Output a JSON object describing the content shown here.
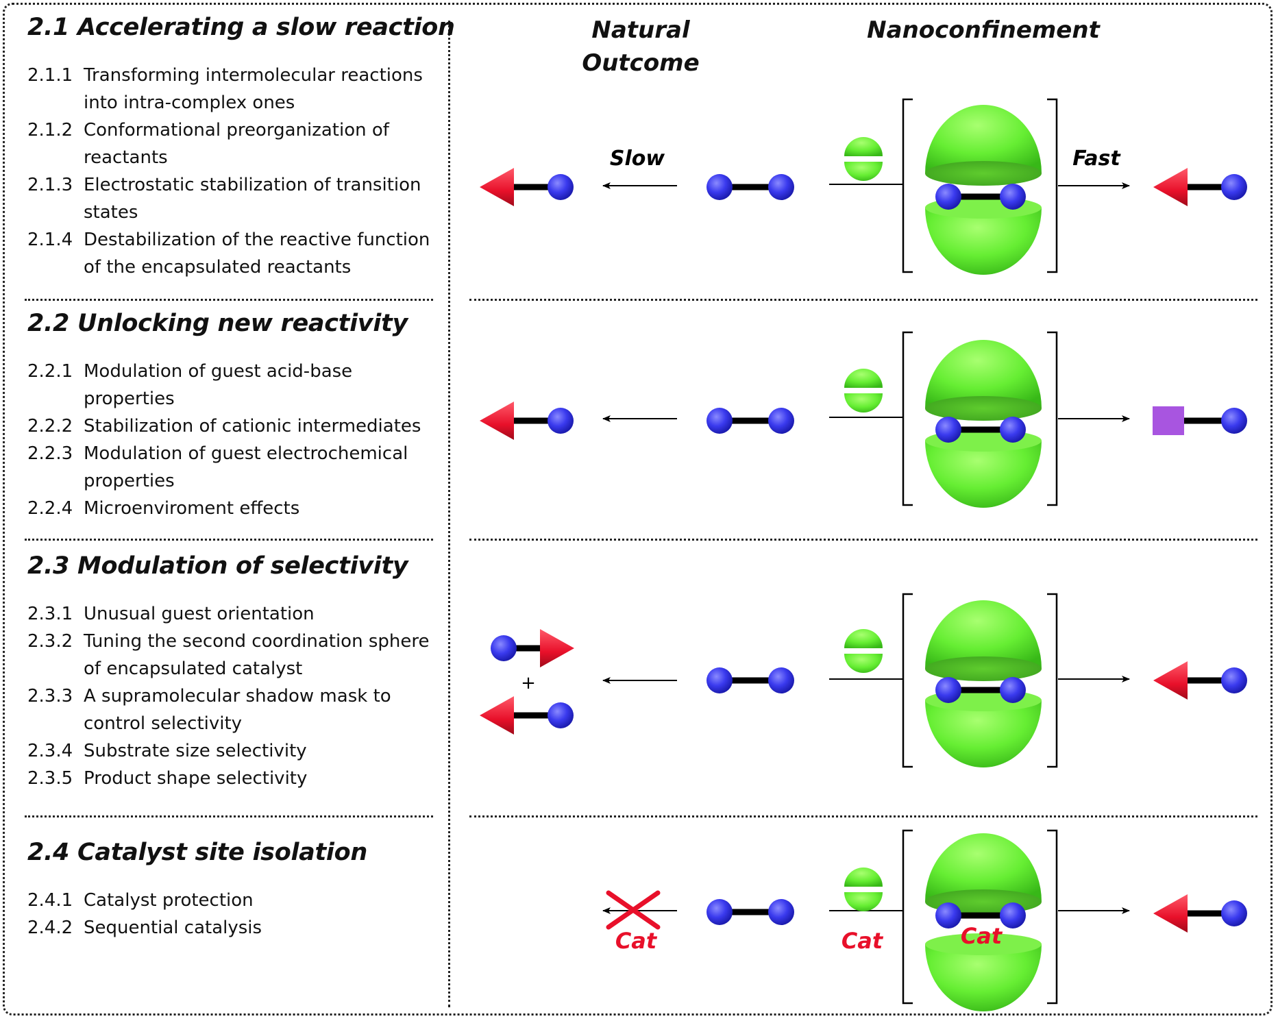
{
  "headers": {
    "natural_outcome": "Natural\nOutcome",
    "nanoconfinement": "Nanoconfinement"
  },
  "sections": [
    {
      "title": "2.1 Accelerating a slow reaction",
      "items": [
        {
          "num": "2.1.1",
          "text": "Transforming intermolecular reactions into intra-complex ones"
        },
        {
          "num": "2.1.2",
          "text": "Conformational preorganization of reactants"
        },
        {
          "num": "2.1.3",
          "text": "Electrostatic stabilization of transition states"
        },
        {
          "num": "2.1.4",
          "text": "Destabilization of the reactive function of the encapsulated reactants"
        }
      ]
    },
    {
      "title": "2.2 Unlocking new reactivity",
      "items": [
        {
          "num": "2.2.1",
          "text": "Modulation of guest acid-base properties"
        },
        {
          "num": "2.2.2",
          "text": "Stabilization of cationic intermediates"
        },
        {
          "num": "2.2.3",
          "text": "Modulation of guest electrochemical properties"
        },
        {
          "num": "2.2.4",
          "text": "Microenviroment effects"
        }
      ]
    },
    {
      "title": "2.3 Modulation of selectivity",
      "items": [
        {
          "num": "2.3.1",
          "text": "Unusual guest orientation"
        },
        {
          "num": "2.3.2",
          "text": "Tuning the second coordination sphere of encapsulated catalyst"
        },
        {
          "num": "2.3.3",
          "text": "A supramolecular shadow mask to control selectivity"
        },
        {
          "num": "2.3.4",
          "text": "Substrate size selectivity"
        },
        {
          "num": "2.3.5",
          "text": "Product shape selectivity"
        }
      ]
    },
    {
      "title": "2.4 Catalyst site isolation",
      "items": [
        {
          "num": "2.4.1",
          "text": "Catalyst protection"
        },
        {
          "num": "2.4.2",
          "text": "Sequential catalysis"
        }
      ]
    }
  ],
  "schemes": {
    "slow_label": "Slow",
    "fast_label": "Fast",
    "plus": "+",
    "cat_label": "Cat"
  },
  "colors": {
    "sphere": "#3a3aee",
    "cone": "#e8102a",
    "square": "#a855e0",
    "capsule": "#66ee33",
    "cat": "#e8102a"
  }
}
